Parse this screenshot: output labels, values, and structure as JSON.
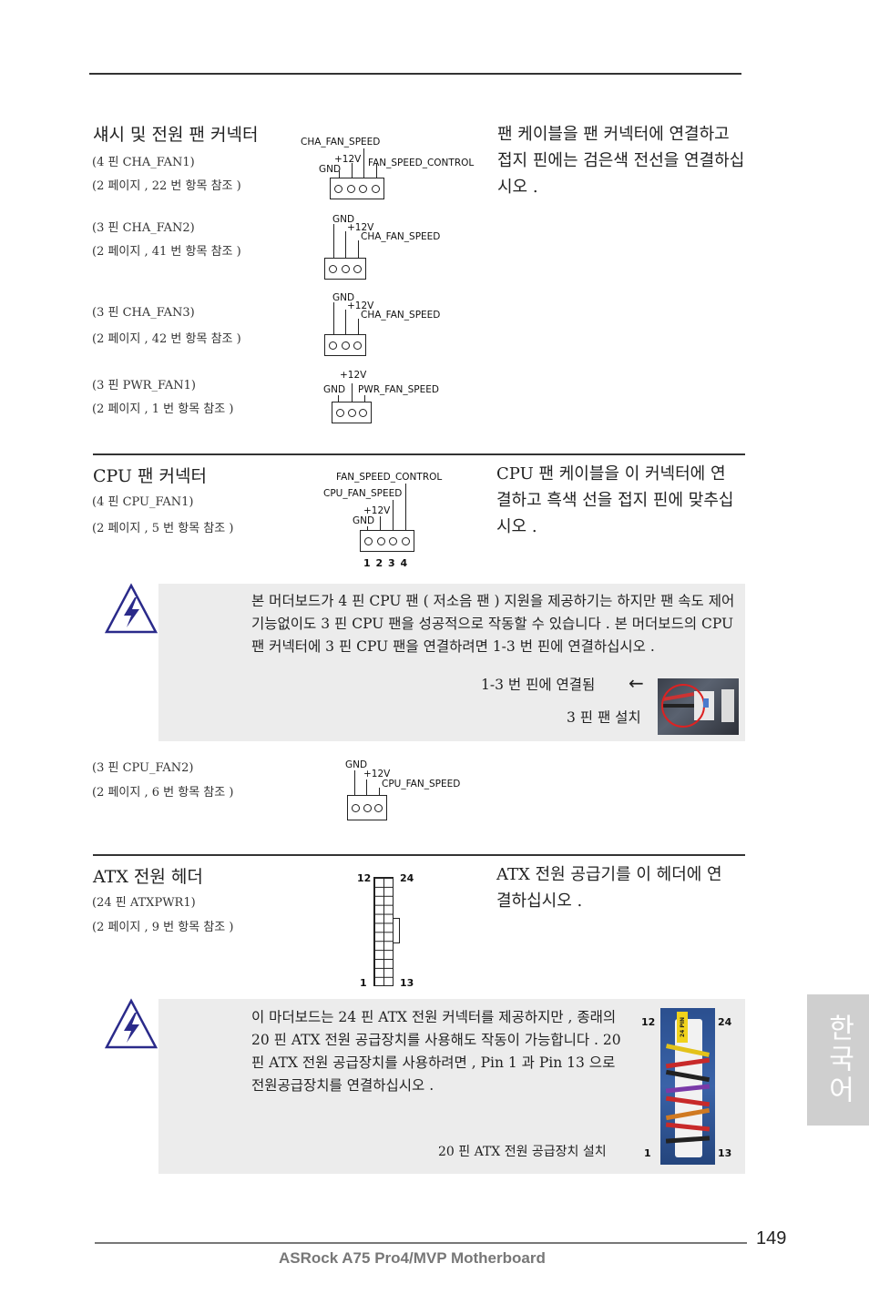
{
  "header_rule": "",
  "sections": {
    "chassis": {
      "title": "섀시 및 전원 팬 커넥터",
      "fan1_name": "(4 핀 CHA_FAN1)",
      "fan1_ref": "(2 페이지 , 22 번 항목 참조 )",
      "fan2_name": "(3 핀 CHA_FAN2)",
      "fan2_ref": "(2 페이지 , 41 번 항목 참조 )",
      "fan3_name": "(3 핀 CHA_FAN3)",
      "fan3_ref": "(2 페이지 , 42 번 항목 참조 )",
      "pwr_name": "(3 핀 PWR_FAN1)",
      "pwr_ref": "(2 페이지 , 1 번 항목 참조 )",
      "description": "팬 케이블을 팬 커넥터에 연결하고 접지 핀에는 검은색 전선을 연결하십시오 .",
      "d1": {
        "speed": "CHA_FAN_SPEED",
        "v12": "+12V",
        "control": "FAN_SPEED_CONTROL",
        "gnd": "GND"
      },
      "d2": {
        "gnd": "GND",
        "v12": "+12V",
        "speed": "CHA_FAN_SPEED"
      },
      "d3": {
        "gnd": "GND",
        "v12": "+12V",
        "speed": "CHA_FAN_SPEED"
      },
      "d4": {
        "v12": "+12V",
        "gnd": "GND",
        "speed": "PWR_FAN_SPEED"
      }
    },
    "cpu": {
      "title": "CPU 팬 커넥터",
      "fan1_name": "(4 핀 CPU_FAN1)",
      "fan1_ref": "(2 페이지 , 5 번 항목 참조 )",
      "description": "CPU 팬 케이블을 이 커넥터에 연결하고 흑색 선을 접지 핀에 맞추십시오 .",
      "d": {
        "control": "FAN_SPEED_CONTROL",
        "speed": "CPU_FAN_SPEED",
        "v12": "+12V",
        "gnd": "GND",
        "pins": "1 2 3 4"
      },
      "fan2_name": "(3 핀 CPU_FAN2)",
      "fan2_ref": "(2 페이지 , 6 번 항목 참조 )",
      "d2": {
        "gnd": "GND",
        "v12": "+12V",
        "speed": "CPU_FAN_SPEED"
      }
    },
    "note1": {
      "text": "본 머더보드가 4 핀 CPU 팬 ( 저소음 팬 ) 지원을 제공하기는 하지만 팬 속도 제어기능없이도 3 핀 CPU 팬을 성공적으로 작동할 수 있습니다 . 본 머더보드의 CPU 팬 커넥터에 3 핀 CPU 팬을 연결하려면 1-3 번 핀에 연결하십시오 .",
      "label1": "1-3 번 핀에 연결됨",
      "label2": "3 핀 팬 설치",
      "arrow": "←"
    },
    "atx": {
      "title": "ATX 전원 헤더",
      "name": "(24 핀 ATXPWR1)",
      "ref": "(2 페이지 , 9 번 항목 참조 )",
      "description": "ATX 전원 공급기를 이 헤더에 연결하십시오 .",
      "pin12": "12",
      "pin24": "24",
      "pin1": "1",
      "pin13": "13"
    },
    "note2": {
      "text": "이 마더보드는 24 핀 ATX 전원 커넥터를 제공하지만 , 종래의 20 핀 ATX 전원 공급장치를 사용해도 작동이 가능합니다 . 20 핀 ATX 전원 공급장치를 사용하려면 , Pin 1 과 Pin 13 으로 전원공급장치를 연결하십시오 .",
      "caption": "20 핀 ATX 전원 공급장치 설치",
      "pin12": "12",
      "pin24": "24",
      "pin1": "1",
      "pin13": "13",
      "badge": "24 PIN"
    }
  },
  "side_tab": "한국어",
  "footer": {
    "product": "ASRock  A75 Pro4/MVP  Motherboard",
    "page": "149"
  },
  "colors": {
    "note_bg": "#ececec",
    "side_tab": "#cfcfcf",
    "warning_icon": "#2a2a8a"
  }
}
